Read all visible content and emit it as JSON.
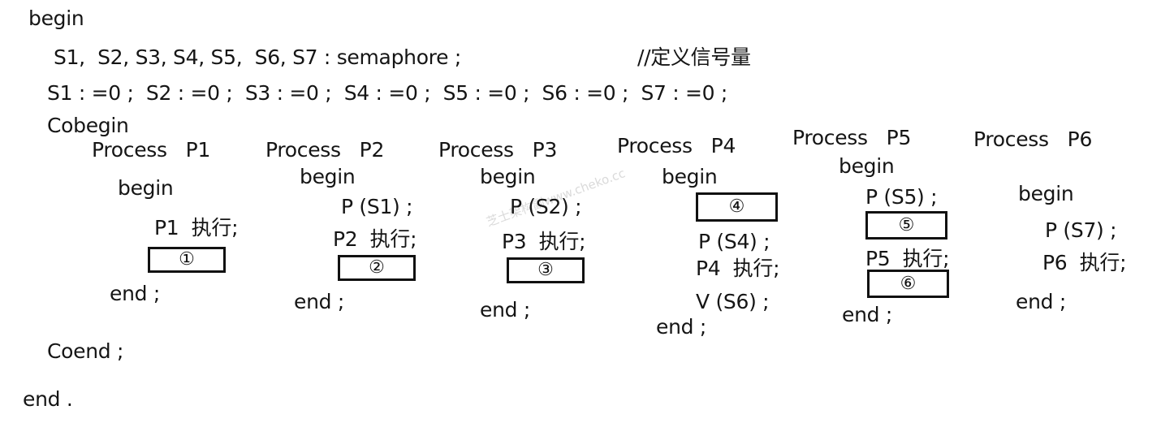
{
  "program": {
    "begin": "begin",
    "declaration": "S1,  S2, S3, S4, S5,  S6, S7 : semaphore ;",
    "comment": "//定义信号量",
    "initialization": "S1 : =0 ;  S2 : =0 ;  S3 : =0 ;  S4 : =0 ;  S5 : =0 ;  S6 : =0 ;  S7 : =0 ;",
    "cobegin": "Cobegin",
    "coend": "Coend ;",
    "end": "end ."
  },
  "processes": [
    {
      "header": "Process   P1",
      "begin": "begin",
      "lines": [
        "P1  执行;"
      ],
      "blanks": [
        "①"
      ],
      "end": "end ;"
    },
    {
      "header": "Process   P2",
      "begin": "begin",
      "lines": [
        "P (S1) ;",
        "P2  执行;"
      ],
      "blanks": [
        "②"
      ],
      "end": "end ;"
    },
    {
      "header": "Process   P3",
      "begin": "begin",
      "lines": [
        "P (S2) ;",
        "P3  执行;"
      ],
      "blanks": [
        "③"
      ],
      "end": "end ;"
    },
    {
      "header": "Process   P4",
      "begin": "begin",
      "lines": [
        "P (S4) ;",
        "P4  执行;",
        "V (S6) ;"
      ],
      "blanks": [
        "④"
      ],
      "end": "end ;"
    },
    {
      "header": "Process   P5",
      "begin": "begin",
      "lines": [
        "P (S5) ;",
        "P5  执行;"
      ],
      "blanks": [
        "⑤",
        "⑥"
      ],
      "end": "end ;"
    },
    {
      "header": "Process   P6",
      "begin": "begin",
      "lines": [
        "P (S7) ;",
        "P6  执行;"
      ],
      "blanks": [],
      "end": "end ;"
    }
  ],
  "watermark": "芝士架构副www.cheko.cc"
}
